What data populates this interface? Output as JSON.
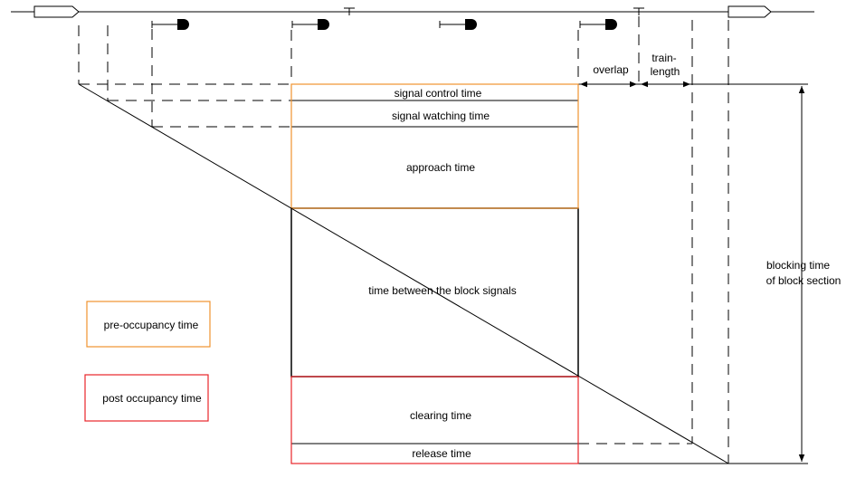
{
  "colors": {
    "line": "#000000",
    "pre_occupancy": "#f0922e",
    "post_occupancy": "#e8242a",
    "background": "#ffffff"
  },
  "labels": {
    "signal_control_time": "signal control time",
    "signal_watching_time": "signal watching time",
    "approach_time": "approach time",
    "time_between_block_signals": "time between the block signals",
    "clearing_time": "clearing time",
    "release_time": "release time",
    "overlap": "overlap",
    "train_length_line1": "train-",
    "train_length_line2": "length",
    "blocking_time_line1": "blocking time",
    "blocking_time_line2": "of block section"
  },
  "legend": {
    "pre_occupancy": "pre-occupancy time",
    "post_occupancy": "post occupancy time"
  },
  "icons": {
    "track_marker": "arrow-pentagon-icon",
    "block_signal": "signal-head-icon",
    "section_marker": "tee-marker-icon"
  }
}
